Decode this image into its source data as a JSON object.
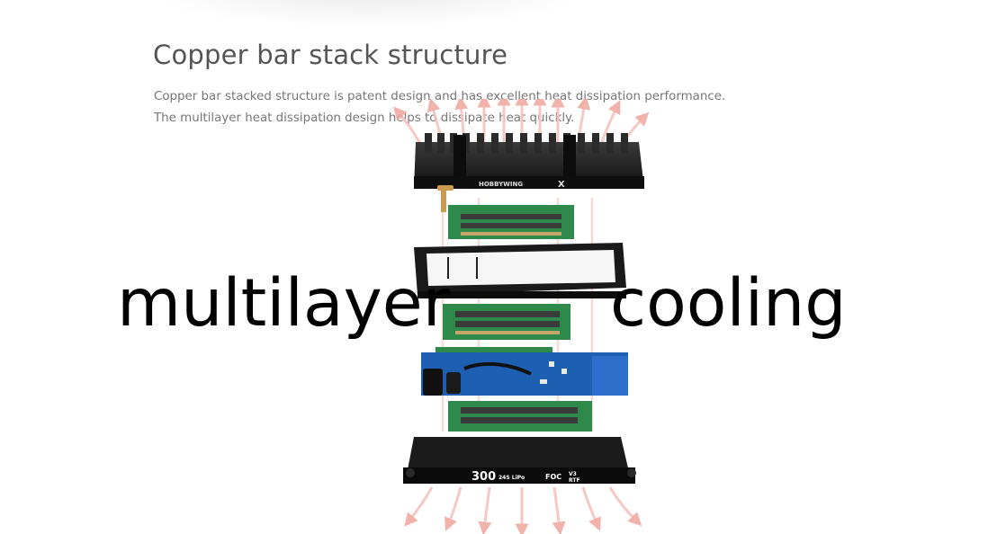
{
  "section": {
    "title": "Copper bar stack structure",
    "description_lines": [
      "Copper bar stacked structure is patent design and has excellent heat dissipation performance.",
      "The multilayer heat dissipation design helps to dissipate heat quickly."
    ]
  },
  "overlay": {
    "left_word": "multilayer",
    "right_word": "cooling"
  },
  "illustration": {
    "heatsink_brand": "HOBBYWING",
    "heatsink_mark": "X",
    "base_model": "300",
    "base_spec": "24S LiPo",
    "base_foc": "FOC",
    "base_version": "V3",
    "base_rtf": "RTF"
  },
  "colors": {
    "title": "#555555",
    "description": "#777777",
    "heat_arrow": "#f3b7b2",
    "cool_line": "#9fe3d3",
    "pcb_green": "#2d8a4a",
    "pcb_blue": "#1d5fb0",
    "metal_black": "#1a1a1a"
  }
}
